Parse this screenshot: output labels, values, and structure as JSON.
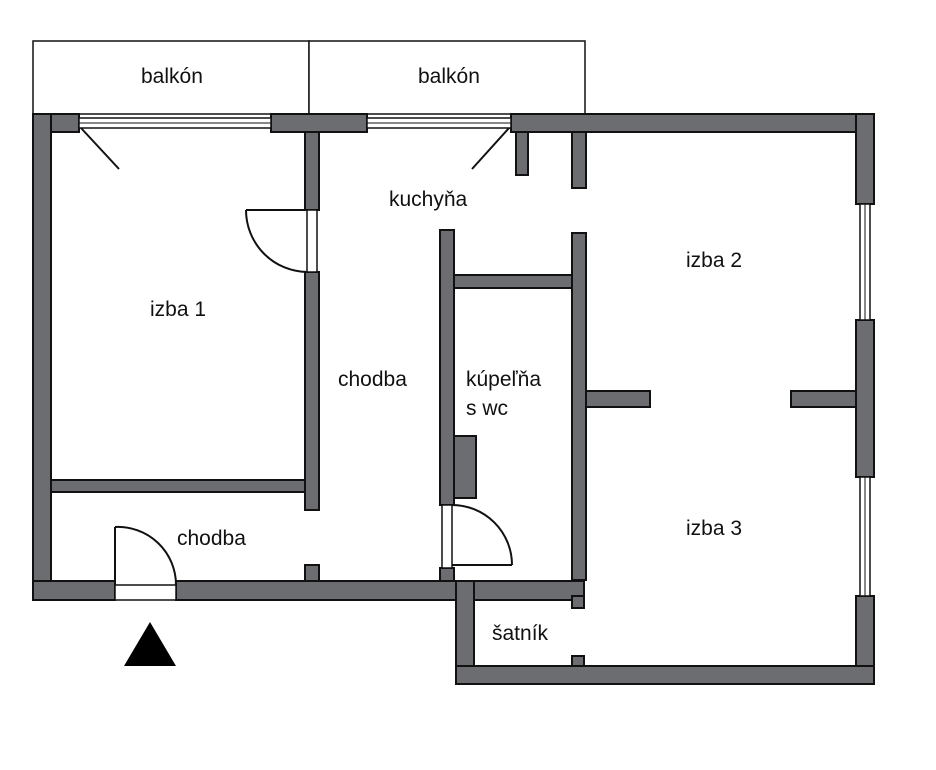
{
  "rooms": {
    "balcony_left": "balkón",
    "balcony_right": "balkón",
    "kitchen": "kuchyňa",
    "room1": "izba 1",
    "hall_upper": "chodba",
    "bathroom_line1": "kúpeľňa",
    "bathroom_line2": "s wc",
    "room2": "izba 2",
    "hall_lower": "chodba",
    "room3": "izba 3",
    "wardrobe": "šatník"
  },
  "colors": {
    "wall": "#6c6d70",
    "outline": "#111111",
    "background": "#ffffff"
  },
  "icons": {
    "entrance": "entrance-arrow-icon"
  }
}
